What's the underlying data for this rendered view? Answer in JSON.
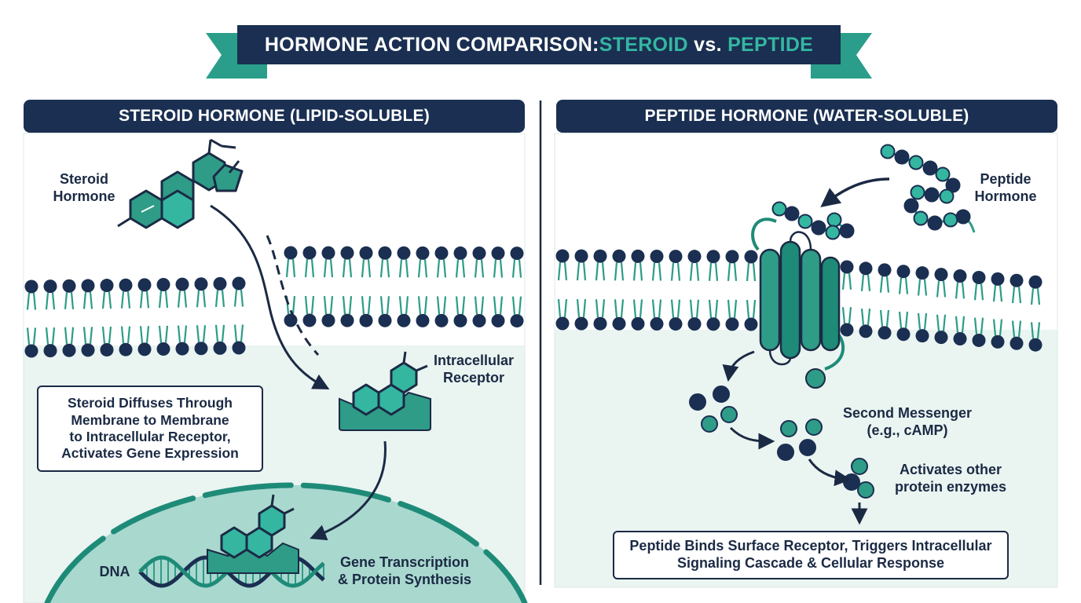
{
  "title": {
    "prefix": "HORMONE ACTION COMPARISON: ",
    "steroid": "STEROID",
    "vs": " vs. ",
    "peptide": "PEPTIDE"
  },
  "left_panel": {
    "header": "STEROID HORMONE (LIPID-SOLUBLE)",
    "hormone_label_line1": "Steroid",
    "hormone_label_line2": "Hormone",
    "receptor_label_line1": "Intracellular",
    "receptor_label_line2": "Receptor",
    "callout_lines": [
      "Steroid Diffuses Through",
      "Membrane to Membrane",
      "to Intracellular Receptor,",
      "Activates Gene Expression"
    ],
    "dna_label": "DNA",
    "gene_label_line1": "Gene Transcription",
    "gene_label_line2": "& Protein Synthesis"
  },
  "right_panel": {
    "header": "PEPTIDE HORMONE (WATER-SOLUBLE)",
    "hormone_label_line1": "Peptide",
    "hormone_label_line2": "Hormone",
    "messenger_label_line1": "Second Messenger",
    "messenger_label_line2": "(e.g., cAMP)",
    "enzymes_label_line1": "Activates other",
    "enzymes_label_line2": "protein enzymes",
    "callout_lines": [
      "Peptide Binds Surface Receptor, Triggers Intracellular",
      "Signaling Cascade & Cellular Response"
    ]
  },
  "colors": {
    "navy": "#1a2f51",
    "teal": "#2c9c88",
    "teal_light": "#35b6a1",
    "cell_bg": "#eaf4f1",
    "nucleus": "#a9d8cf"
  }
}
